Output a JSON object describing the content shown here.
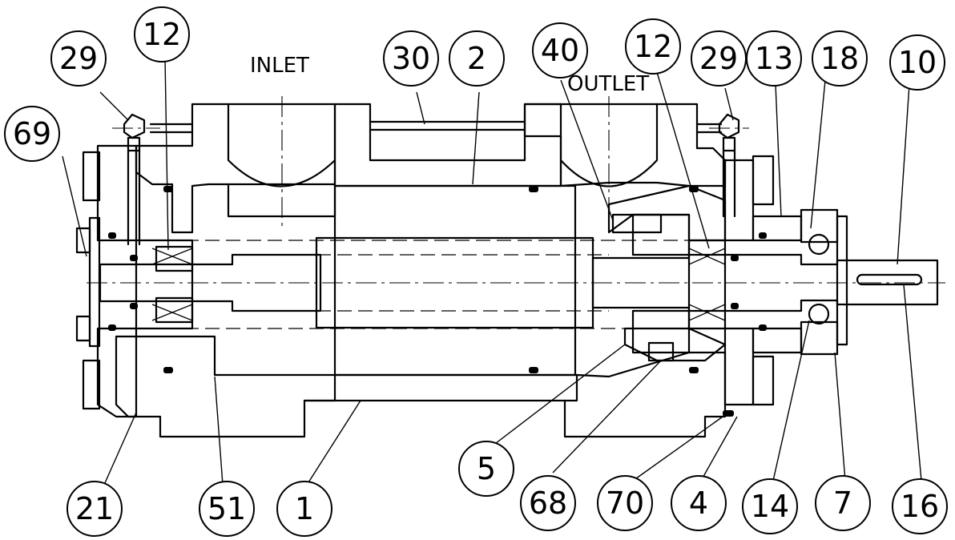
{
  "labels": {
    "inlet": "INLET",
    "outlet": "OUTLET"
  },
  "balloons": [
    {
      "id": "b29a",
      "text": "29"
    },
    {
      "id": "b12a",
      "text": "12"
    },
    {
      "id": "b30",
      "text": "30"
    },
    {
      "id": "b2",
      "text": "2"
    },
    {
      "id": "b40",
      "text": "40"
    },
    {
      "id": "b12b",
      "text": "12"
    },
    {
      "id": "b29b",
      "text": "29"
    },
    {
      "id": "b13",
      "text": "13"
    },
    {
      "id": "b18",
      "text": "18"
    },
    {
      "id": "b10",
      "text": "10"
    },
    {
      "id": "b69",
      "text": "69"
    },
    {
      "id": "b5",
      "text": "5"
    },
    {
      "id": "b21",
      "text": "21"
    },
    {
      "id": "b51",
      "text": "51"
    },
    {
      "id": "b1",
      "text": "1"
    },
    {
      "id": "b68",
      "text": "68"
    },
    {
      "id": "b70",
      "text": "70"
    },
    {
      "id": "b4",
      "text": "4"
    },
    {
      "id": "b14",
      "text": "14"
    },
    {
      "id": "b7",
      "text": "7"
    },
    {
      "id": "b16",
      "text": "16"
    }
  ]
}
